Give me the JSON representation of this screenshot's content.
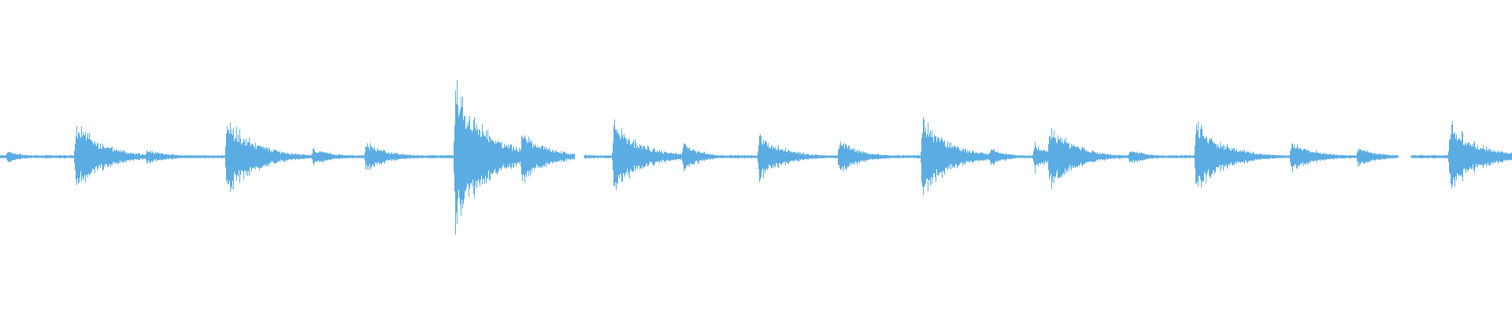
{
  "waveform": {
    "color": "#5aace3",
    "background": "#ffffff",
    "duration_fraction_note": "",
    "events": [
      {
        "t": 0.005,
        "amp": 0.04,
        "decay": 0.01
      },
      {
        "t": 0.05,
        "amp": 0.22,
        "decay": 0.018
      },
      {
        "t": 0.097,
        "amp": 0.05,
        "decay": 0.014
      },
      {
        "t": 0.15,
        "amp": 0.26,
        "decay": 0.018
      },
      {
        "t": 0.207,
        "amp": 0.06,
        "decay": 0.012
      },
      {
        "t": 0.242,
        "amp": 0.1,
        "decay": 0.014
      },
      {
        "t": 0.301,
        "amp": 0.46,
        "decay": 0.02
      },
      {
        "t": 0.345,
        "amp": 0.17,
        "decay": 0.016
      },
      {
        "t": 0.406,
        "amp": 0.22,
        "decay": 0.018
      },
      {
        "t": 0.452,
        "amp": 0.09,
        "decay": 0.012
      },
      {
        "t": 0.502,
        "amp": 0.15,
        "decay": 0.016
      },
      {
        "t": 0.555,
        "amp": 0.11,
        "decay": 0.014
      },
      {
        "t": 0.61,
        "amp": 0.25,
        "decay": 0.018
      },
      {
        "t": 0.655,
        "amp": 0.06,
        "decay": 0.01
      },
      {
        "t": 0.684,
        "amp": 0.1,
        "decay": 0.008
      },
      {
        "t": 0.694,
        "amp": 0.22,
        "decay": 0.016
      },
      {
        "t": 0.747,
        "amp": 0.05,
        "decay": 0.012
      },
      {
        "t": 0.791,
        "amp": 0.24,
        "decay": 0.018
      },
      {
        "t": 0.854,
        "amp": 0.1,
        "decay": 0.016
      },
      {
        "t": 0.898,
        "amp": 0.06,
        "decay": 0.014
      },
      {
        "t": 0.959,
        "amp": 0.23,
        "decay": 0.018
      }
    ],
    "gaps": [
      {
        "t0": 0.38,
        "t1": 0.386
      },
      {
        "t0": 0.925,
        "t1": 0.933
      }
    ]
  }
}
